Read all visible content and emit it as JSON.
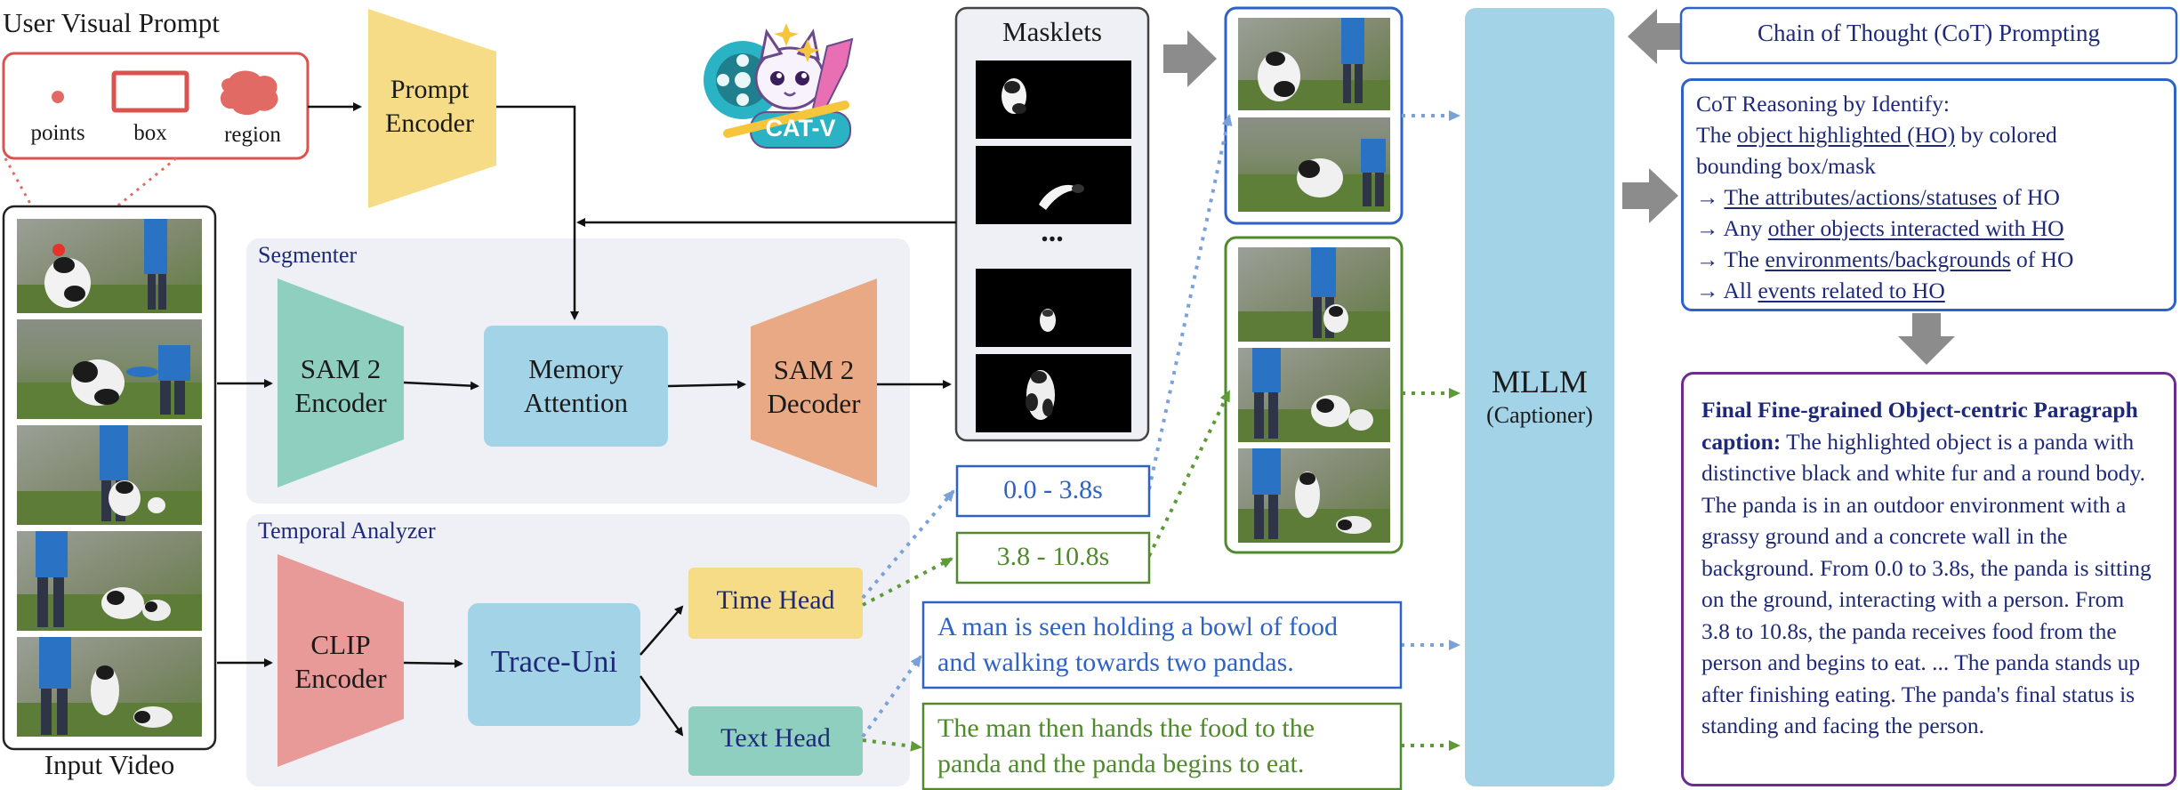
{
  "visual_prompt": {
    "title": "User Visual Prompt",
    "items": [
      "points",
      "box",
      "region"
    ]
  },
  "prompt_encoder": "Prompt\nEncoder",
  "logo_text": "CAT-V",
  "masklets_label": "Masklets",
  "masklets_ellipsis": "...",
  "input_video_label": "Input Video",
  "segmenter": {
    "title": "Segmenter",
    "sam2_encoder": "SAM 2\nEncoder",
    "memory_attention": "Memory\nAttention",
    "sam2_decoder": "SAM 2\nDecoder"
  },
  "temporal": {
    "title": "Temporal Analyzer",
    "clip_encoder": "CLIP\nEncoder",
    "trace_uni": "Trace-Uni",
    "time_head": "Time Head",
    "text_head": "Text Head"
  },
  "time_segments": [
    "0.0 - 3.8s",
    "3.8 - 10.8s"
  ],
  "text_outputs": [
    "A man is seen holding a bowl of food\nand walking towards two pandas.",
    "The man then hands the food to the\npanda and the panda begins to eat."
  ],
  "mllm": {
    "title": "MLLM",
    "subtitle": "(Captioner)"
  },
  "cot_prompting": "Chain of Thought (CoT) Prompting",
  "cot_reasoning": {
    "line1": "CoT Reasoning by Identify:",
    "line2_pre": "The ",
    "line2_u": "object highlighted (HO)",
    "line2_post": " by colored",
    "line3": "bounding box/mask",
    "items": [
      {
        "pre": "→ ",
        "u": "The attributes/actions/statuses",
        "post": " of HO"
      },
      {
        "pre": "→ Any ",
        "u": "other objects interacted with HO",
        "post": ""
      },
      {
        "pre": "→ The ",
        "u": "environments/backgrounds",
        "post": " of HO"
      },
      {
        "pre": "→ All ",
        "u": "events related to HO",
        "post": ""
      }
    ]
  },
  "final_caption": {
    "heading": "Final Fine-grained Object-centric Paragraph caption:",
    "body": "The highlighted object is a panda with distinctive black and white fur and a round body. The panda is in an outdoor environment with a grassy ground and a concrete wall in the background. From 0.0 to 3.8s, the panda is sitting on the ground, interacting with a person. From 3.8 to 10.8s, the panda receives food from the person and begins to eat. ... The panda stands up after finishing eating. The panda's final status is standing and facing the person."
  },
  "colors": {
    "blue_accent": "#2f62c7",
    "green_accent": "#4f8a2b",
    "purple_accent": "#6a2c8f",
    "red_accent": "#d9534f",
    "mllm_fill": "#a3d3e6",
    "panel_fill": "#eef0f5"
  }
}
